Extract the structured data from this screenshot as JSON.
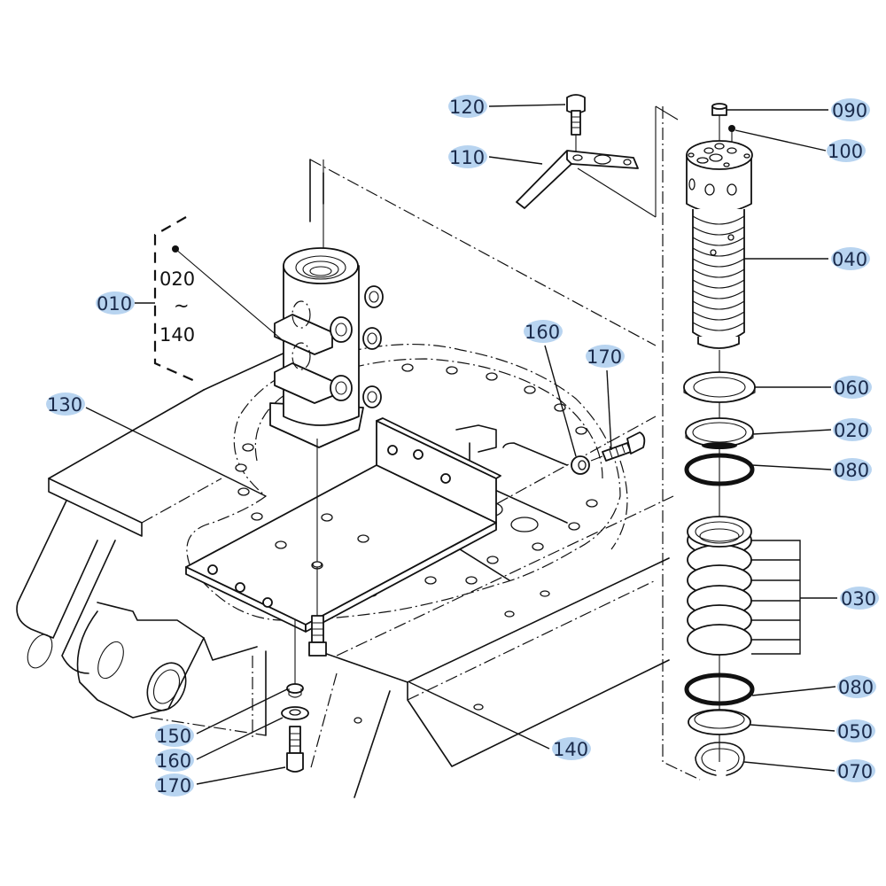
{
  "diagram": {
    "type": "exploded-parts-diagram",
    "subject": "swivel joint assembly",
    "label_color": "#b8d4f0",
    "label_text_color": "#1a2a4a",
    "callouts": [
      {
        "id": "c120",
        "part": "120",
        "description": "bolt (bracket)"
      },
      {
        "id": "c110",
        "part": "110",
        "description": "stopper bracket"
      },
      {
        "id": "c090",
        "part": "090",
        "description": "plug"
      },
      {
        "id": "c100",
        "part": "100",
        "description": "plug"
      },
      {
        "id": "c040",
        "part": "040",
        "description": "shaft / rotor"
      },
      {
        "id": "c010",
        "part": "010",
        "description": "swivel joint assembly"
      },
      {
        "id": "c160a",
        "part": "160",
        "description": "washer"
      },
      {
        "id": "c170a",
        "part": "170",
        "description": "bolt"
      },
      {
        "id": "c130",
        "part": "130",
        "description": "mounting plate"
      },
      {
        "id": "c060",
        "part": "060",
        "description": "thrust ring"
      },
      {
        "id": "c020",
        "part": "020",
        "description": "seal ring"
      },
      {
        "id": "c080a",
        "part": "080",
        "description": "o-ring"
      },
      {
        "id": "c030",
        "part": "030",
        "description": "seal set"
      },
      {
        "id": "c080b",
        "part": "080",
        "description": "o-ring"
      },
      {
        "id": "c050",
        "part": "050",
        "description": "ring"
      },
      {
        "id": "c070",
        "part": "070",
        "description": "snap ring"
      },
      {
        "id": "c150",
        "part": "150",
        "description": "nut"
      },
      {
        "id": "c160b",
        "part": "160",
        "description": "washer"
      },
      {
        "id": "c170b",
        "part": "170",
        "description": "bolt"
      },
      {
        "id": "c140",
        "part": "140",
        "description": "cover"
      }
    ],
    "range_note": {
      "from": "020",
      "symbol": "~",
      "to": "140"
    }
  }
}
